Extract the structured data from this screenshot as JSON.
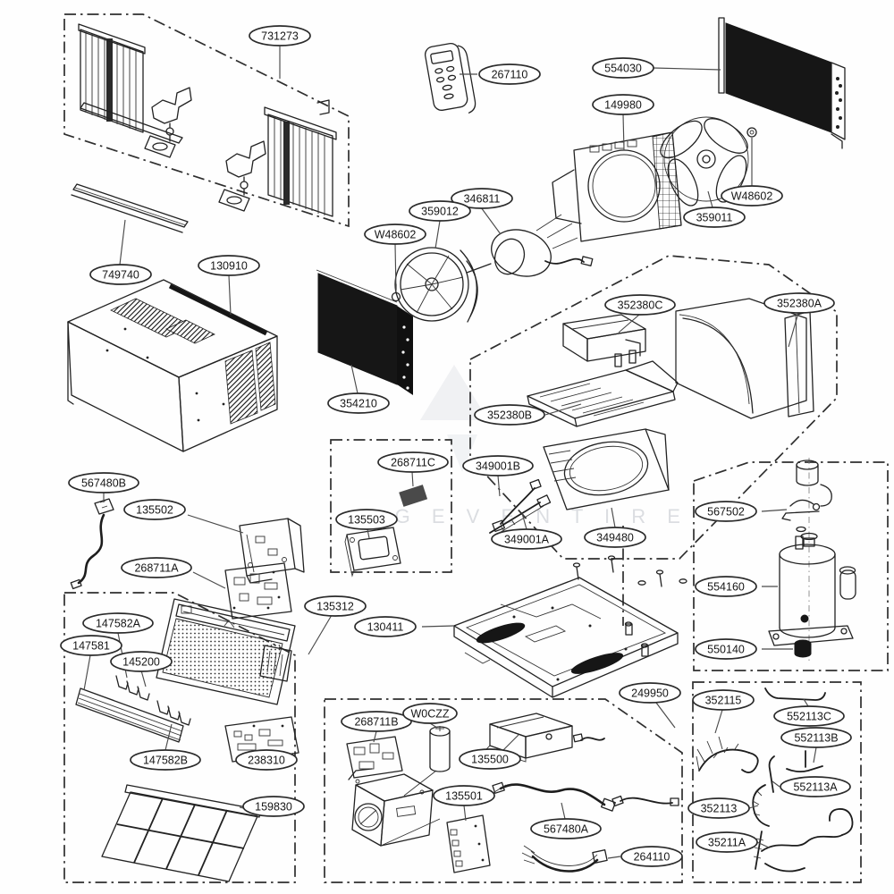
{
  "callouts": [
    {
      "label": "731273"
    },
    {
      "label": "267110"
    },
    {
      "label": "554030"
    },
    {
      "label": "149980"
    },
    {
      "label": "W48602"
    },
    {
      "label": "359011"
    },
    {
      "label": "346811"
    },
    {
      "label": "359012"
    },
    {
      "label": "W48602"
    },
    {
      "label": "749740"
    },
    {
      "label": "130910"
    },
    {
      "label": "354210"
    },
    {
      "label": "352380C"
    },
    {
      "label": "352380A"
    },
    {
      "label": "352380B"
    },
    {
      "label": "349001B"
    },
    {
      "label": "349001A"
    },
    {
      "label": "349480"
    },
    {
      "label": "567502"
    },
    {
      "label": "554160"
    },
    {
      "label": "550140"
    },
    {
      "label": "567480B"
    },
    {
      "label": "135502"
    },
    {
      "label": "268711C"
    },
    {
      "label": "135503"
    },
    {
      "label": "268711A"
    },
    {
      "label": "135312"
    },
    {
      "label": "130411"
    },
    {
      "label": "147582A"
    },
    {
      "label": "147581"
    },
    {
      "label": "145200"
    },
    {
      "label": "147582B"
    },
    {
      "label": "238310"
    },
    {
      "label": "159830"
    },
    {
      "label": "268711B"
    },
    {
      "label": "W0CZZ"
    },
    {
      "label": "135500"
    },
    {
      "label": "135501"
    },
    {
      "label": "567480A"
    },
    {
      "label": "264110"
    },
    {
      "label": "249950"
    },
    {
      "label": "352115"
    },
    {
      "label": "552113C"
    },
    {
      "label": "552113B"
    },
    {
      "label": "552113A"
    },
    {
      "label": "352113"
    },
    {
      "label": "35211A"
    }
  ],
  "watermark": "L G E V E N T I R E"
}
